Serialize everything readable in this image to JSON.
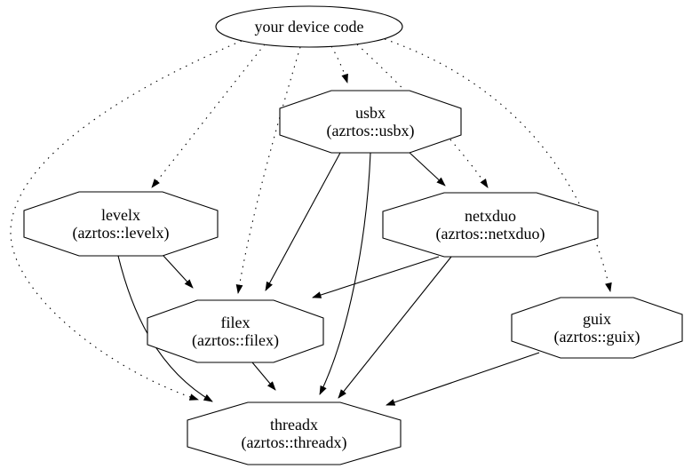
{
  "diagram": {
    "type": "dependency-graph",
    "colors": {
      "background": "#ffffff",
      "stroke": "#000000",
      "text": "#000000"
    },
    "nodes": {
      "device": {
        "label": "your device code",
        "shape": "ellipse"
      },
      "usbx": {
        "label": "usbx",
        "sublabel": "(azrtos::usbx)",
        "shape": "octagon"
      },
      "levelx": {
        "label": "levelx",
        "sublabel": "(azrtos::levelx)",
        "shape": "octagon"
      },
      "netxduo": {
        "label": "netxduo",
        "sublabel": "(azrtos::netxduo)",
        "shape": "octagon"
      },
      "filex": {
        "label": "filex",
        "sublabel": "(azrtos::filex)",
        "shape": "octagon"
      },
      "guix": {
        "label": "guix",
        "sublabel": "(azrtos::guix)",
        "shape": "octagon"
      },
      "threadx": {
        "label": "threadx",
        "sublabel": "(azrtos::threadx)",
        "shape": "octagon"
      }
    },
    "edges": [
      {
        "from": "device",
        "to": "usbx",
        "style": "dotted"
      },
      {
        "from": "device",
        "to": "levelx",
        "style": "dotted"
      },
      {
        "from": "device",
        "to": "netxduo",
        "style": "dotted"
      },
      {
        "from": "device",
        "to": "filex",
        "style": "dotted"
      },
      {
        "from": "device",
        "to": "guix",
        "style": "dotted"
      },
      {
        "from": "device",
        "to": "threadx",
        "style": "dotted"
      },
      {
        "from": "usbx",
        "to": "netxduo",
        "style": "solid"
      },
      {
        "from": "usbx",
        "to": "filex",
        "style": "solid"
      },
      {
        "from": "usbx",
        "to": "threadx",
        "style": "solid"
      },
      {
        "from": "levelx",
        "to": "filex",
        "style": "solid"
      },
      {
        "from": "levelx",
        "to": "threadx",
        "style": "solid"
      },
      {
        "from": "netxduo",
        "to": "filex",
        "style": "solid"
      },
      {
        "from": "netxduo",
        "to": "threadx",
        "style": "solid"
      },
      {
        "from": "filex",
        "to": "threadx",
        "style": "solid"
      },
      {
        "from": "guix",
        "to": "threadx",
        "style": "solid"
      }
    ]
  }
}
